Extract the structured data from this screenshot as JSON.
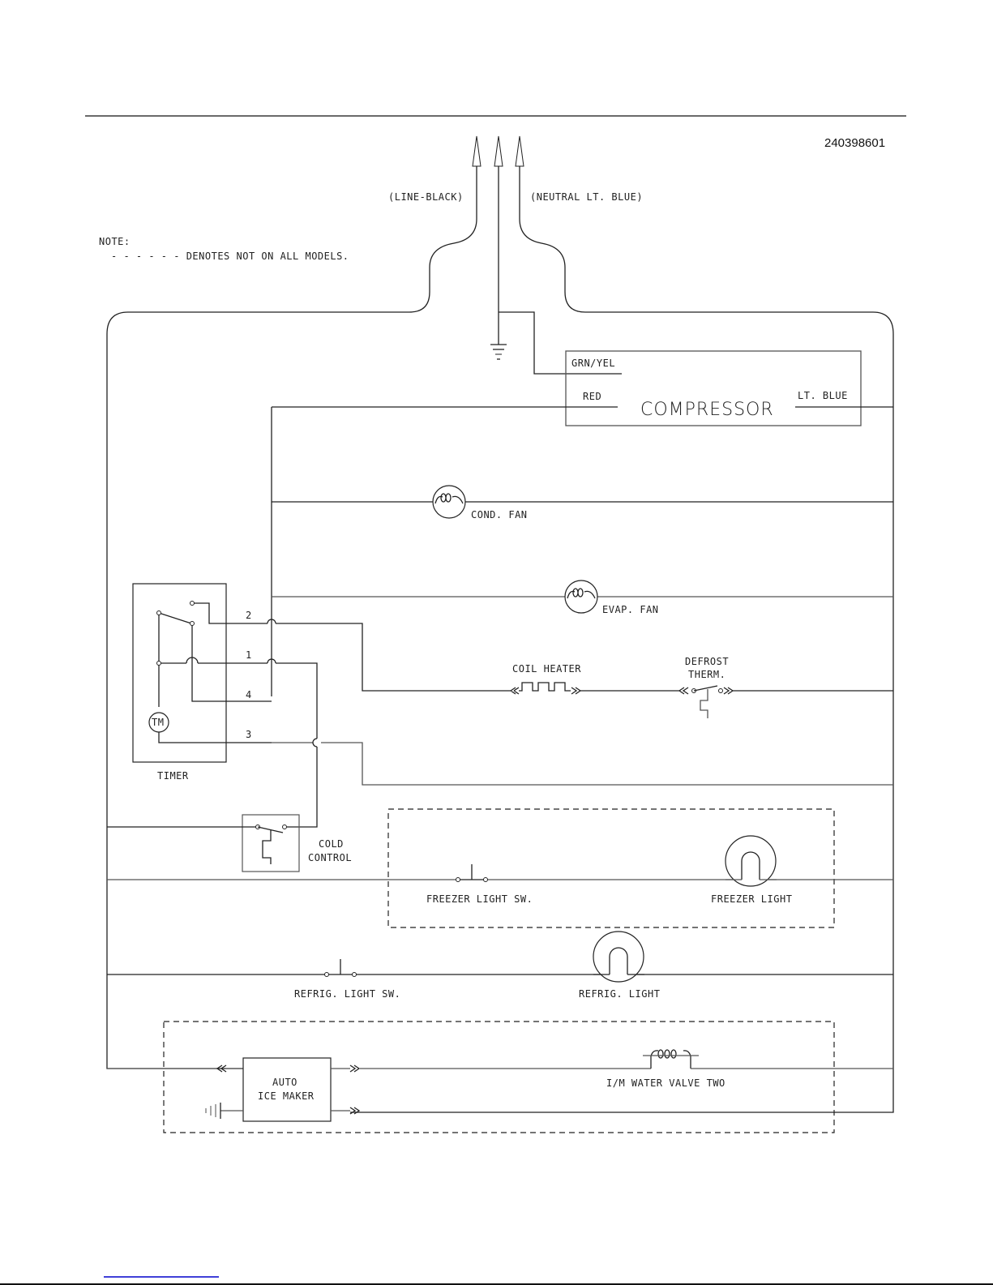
{
  "document": {
    "number": "240398601",
    "note_title": "NOTE:",
    "note_text": "- - - - - - DENOTES NOT ON ALL MODELS."
  },
  "supply": {
    "line_label": "(LINE-BLACK)",
    "neutral_label": "(NEUTRAL LT. BLUE)"
  },
  "compressor": {
    "title": "COMPRESSOR",
    "ground_lead": "GRN/YEL",
    "left_lead": "RED",
    "right_lead": "LT. BLUE"
  },
  "components": {
    "cond_fan": "COND. FAN",
    "evap_fan": "EVAP. FAN",
    "coil_heater": "COIL HEATER",
    "defrost_therm_line1": "DEFROST",
    "defrost_therm_line2": "THERM.",
    "timer": "TIMER",
    "timer_motor": "TM",
    "cold_control_line1": "COLD",
    "cold_control_line2": "CONTROL",
    "freezer_light_sw": "FREEZER LIGHT SW.",
    "freezer_light": "FREEZER LIGHT",
    "refrig_light_sw": "REFRIG. LIGHT SW.",
    "refrig_light": "REFRIG. LIGHT",
    "ice_maker_line1": "AUTO",
    "ice_maker_line2": "ICE MAKER",
    "water_valve": "I/M WATER VALVE TWO"
  },
  "timer_terminals": [
    "2",
    "1",
    "4",
    "3"
  ],
  "colors": {
    "wire": "#222222",
    "footer_link": "#0000cc"
  }
}
